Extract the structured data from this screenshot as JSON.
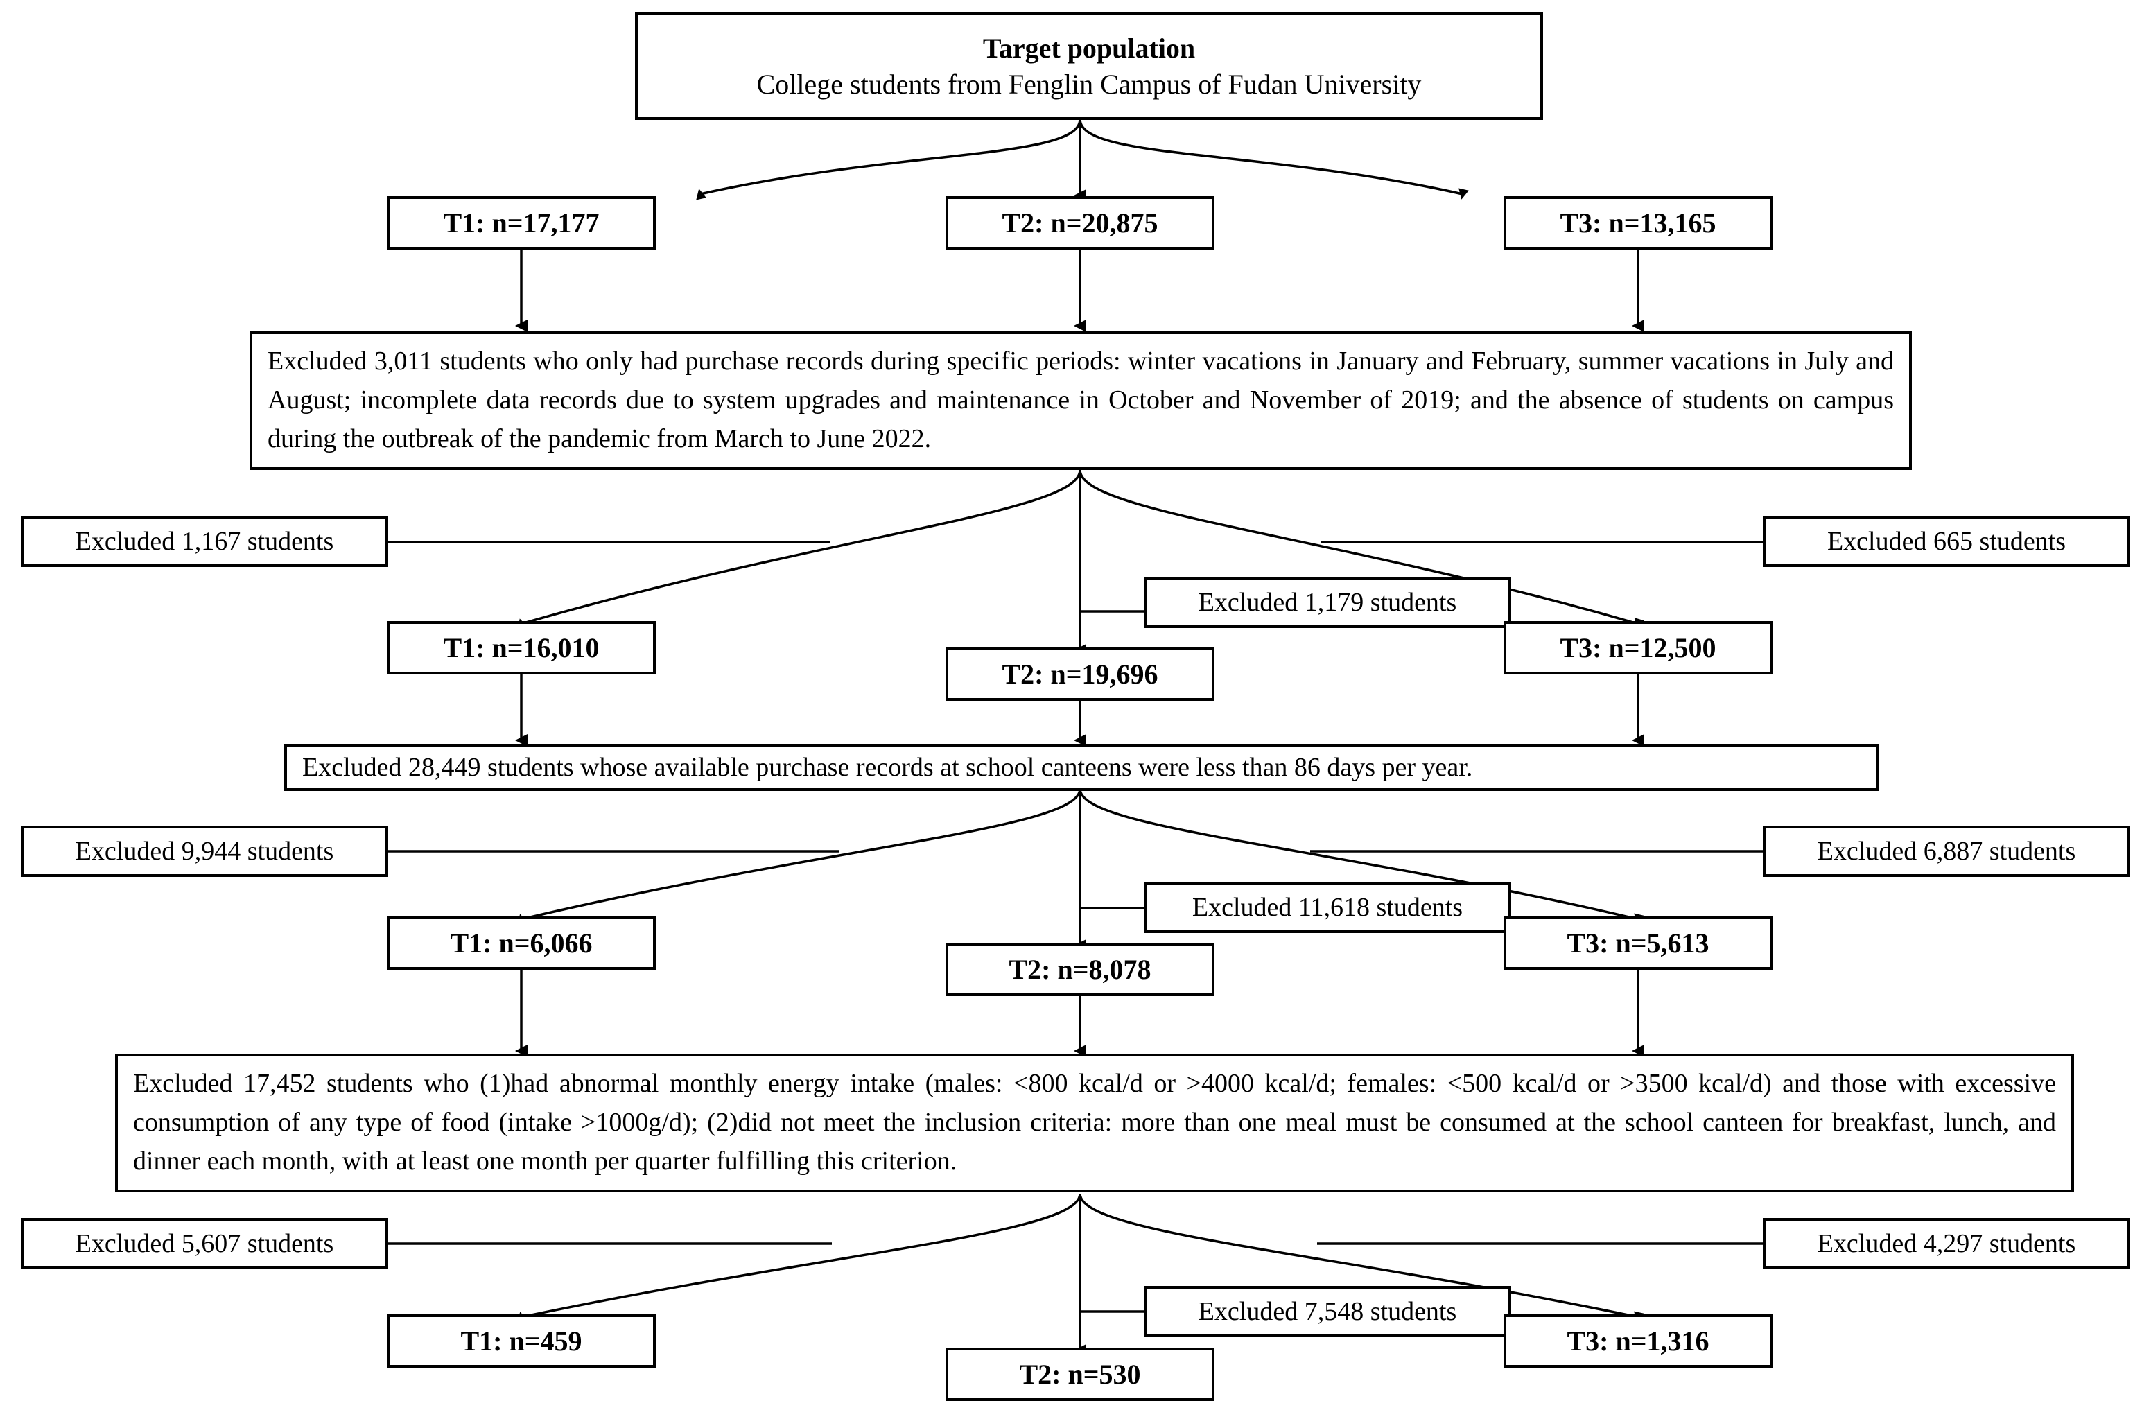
{
  "figure": {
    "type": "flow-diagram",
    "title_box": {
      "heading": "Target population",
      "subtitle": "College students from Fenglin Campus of Fudan University"
    },
    "tiers": [
      {
        "id": "tier-1",
        "cohorts": [
          {
            "id": "t1",
            "label": "T1: n=17,177"
          },
          {
            "id": "t2",
            "label": "T2: n=20,875"
          },
          {
            "id": "t3",
            "label": "T3: n=13,165"
          }
        ]
      },
      {
        "id": "tier-2",
        "cohorts": [
          {
            "id": "t1",
            "label": "T1: n=16,010"
          },
          {
            "id": "t2",
            "label": "T2: n=19,696"
          },
          {
            "id": "t3",
            "label": "T3: n=12,500"
          }
        ],
        "exclusions": {
          "left": "Excluded 1,167 students",
          "middle": "Excluded 1,179 students",
          "right": "Excluded 665 students"
        }
      },
      {
        "id": "tier-3",
        "cohorts": [
          {
            "id": "t1",
            "label": "T1: n=6,066"
          },
          {
            "id": "t2",
            "label": "T2: n=8,078"
          },
          {
            "id": "t3",
            "label": "T3: n=5,613"
          }
        ],
        "exclusions": {
          "left": "Excluded 9,944 students",
          "middle": "Excluded 11,618 students",
          "right": "Excluded 6,887 students"
        }
      },
      {
        "id": "tier-4",
        "cohorts": [
          {
            "id": "t1",
            "label": "T1: n=459"
          },
          {
            "id": "t2",
            "label": "T2: n=530"
          },
          {
            "id": "t3",
            "label": "T3: n=1,316"
          }
        ],
        "exclusions": {
          "left": "Excluded 5,607 students",
          "middle": "Excluded 7,548 students",
          "right": "Excluded 4,297 students"
        }
      }
    ],
    "criteria_boxes": {
      "step1": "Excluded 3,011 students who only had purchase records during specific periods: winter vacations in January and February, summer vacations in July and August; incomplete data records due to system upgrades and maintenance in October and November of 2019; and the absence of students on campus during the outbreak of the pandemic from March to June 2022.",
      "step2": "Excluded 28,449 students whose available purchase records at school canteens were less than 86 days per year.",
      "step3": "Excluded 17,452 students who (1)had abnormal monthly energy intake (males: <800 kcal/d or >4000 kcal/d; females: <500 kcal/d or >3500 kcal/d) and those with excessive consumption of any type of food (intake >1000g/d); (2)did not meet the inclusion criteria: more than one meal must be consumed at the school canteen for breakfast, lunch, and dinner each month, with at least one month per quarter fulfilling this criterion."
    },
    "colors": {
      "stroke": "#000000",
      "fill": "#ffffff"
    }
  }
}
